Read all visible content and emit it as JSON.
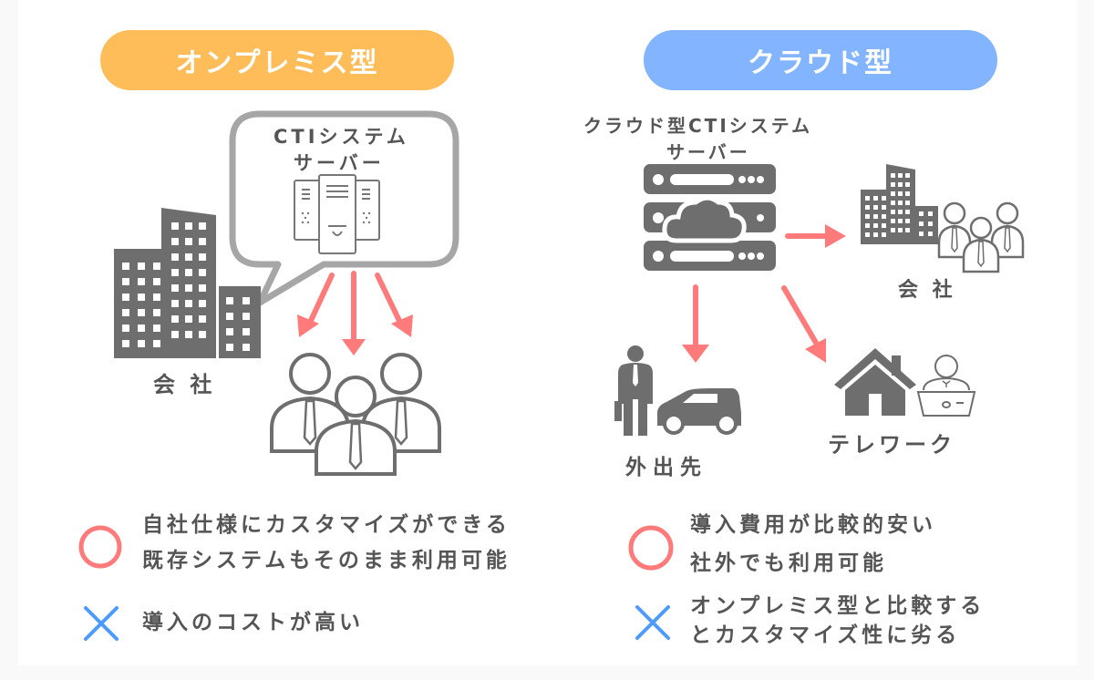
{
  "colors": {
    "onprem": "#ffbd59",
    "cloud": "#82b4ff",
    "arrow": "#ff7a7a",
    "icon": "#6e6e6e",
    "bubble": "#a6a6a6",
    "circle": "#ff7a7a",
    "cross": "#4d9bff"
  },
  "onprem": {
    "title": "オンプレミス型",
    "bubble_line1": "CTIシステム",
    "bubble_line2": "サーバー",
    "company_label": "会 社",
    "pros": [
      "自社仕様にカスタマイズができる",
      "既存システムもそのまま利用可能"
    ],
    "cons": [
      "導入のコストが高い"
    ]
  },
  "cloud": {
    "title": "クラウド型",
    "server_line1": "クラウド型CTIシステム",
    "server_line2": "サーバー",
    "company_label": "会 社",
    "outside_label": "外出先",
    "telework_label": "テレワーク",
    "pros": [
      "導入費用が比較的安い",
      "社外でも利用可能"
    ],
    "cons": [
      "オンプレミス型と比較する",
      "とカスタマイズ性に劣る"
    ]
  },
  "icons": {
    "pro": "circle-icon",
    "con": "cross-icon"
  }
}
